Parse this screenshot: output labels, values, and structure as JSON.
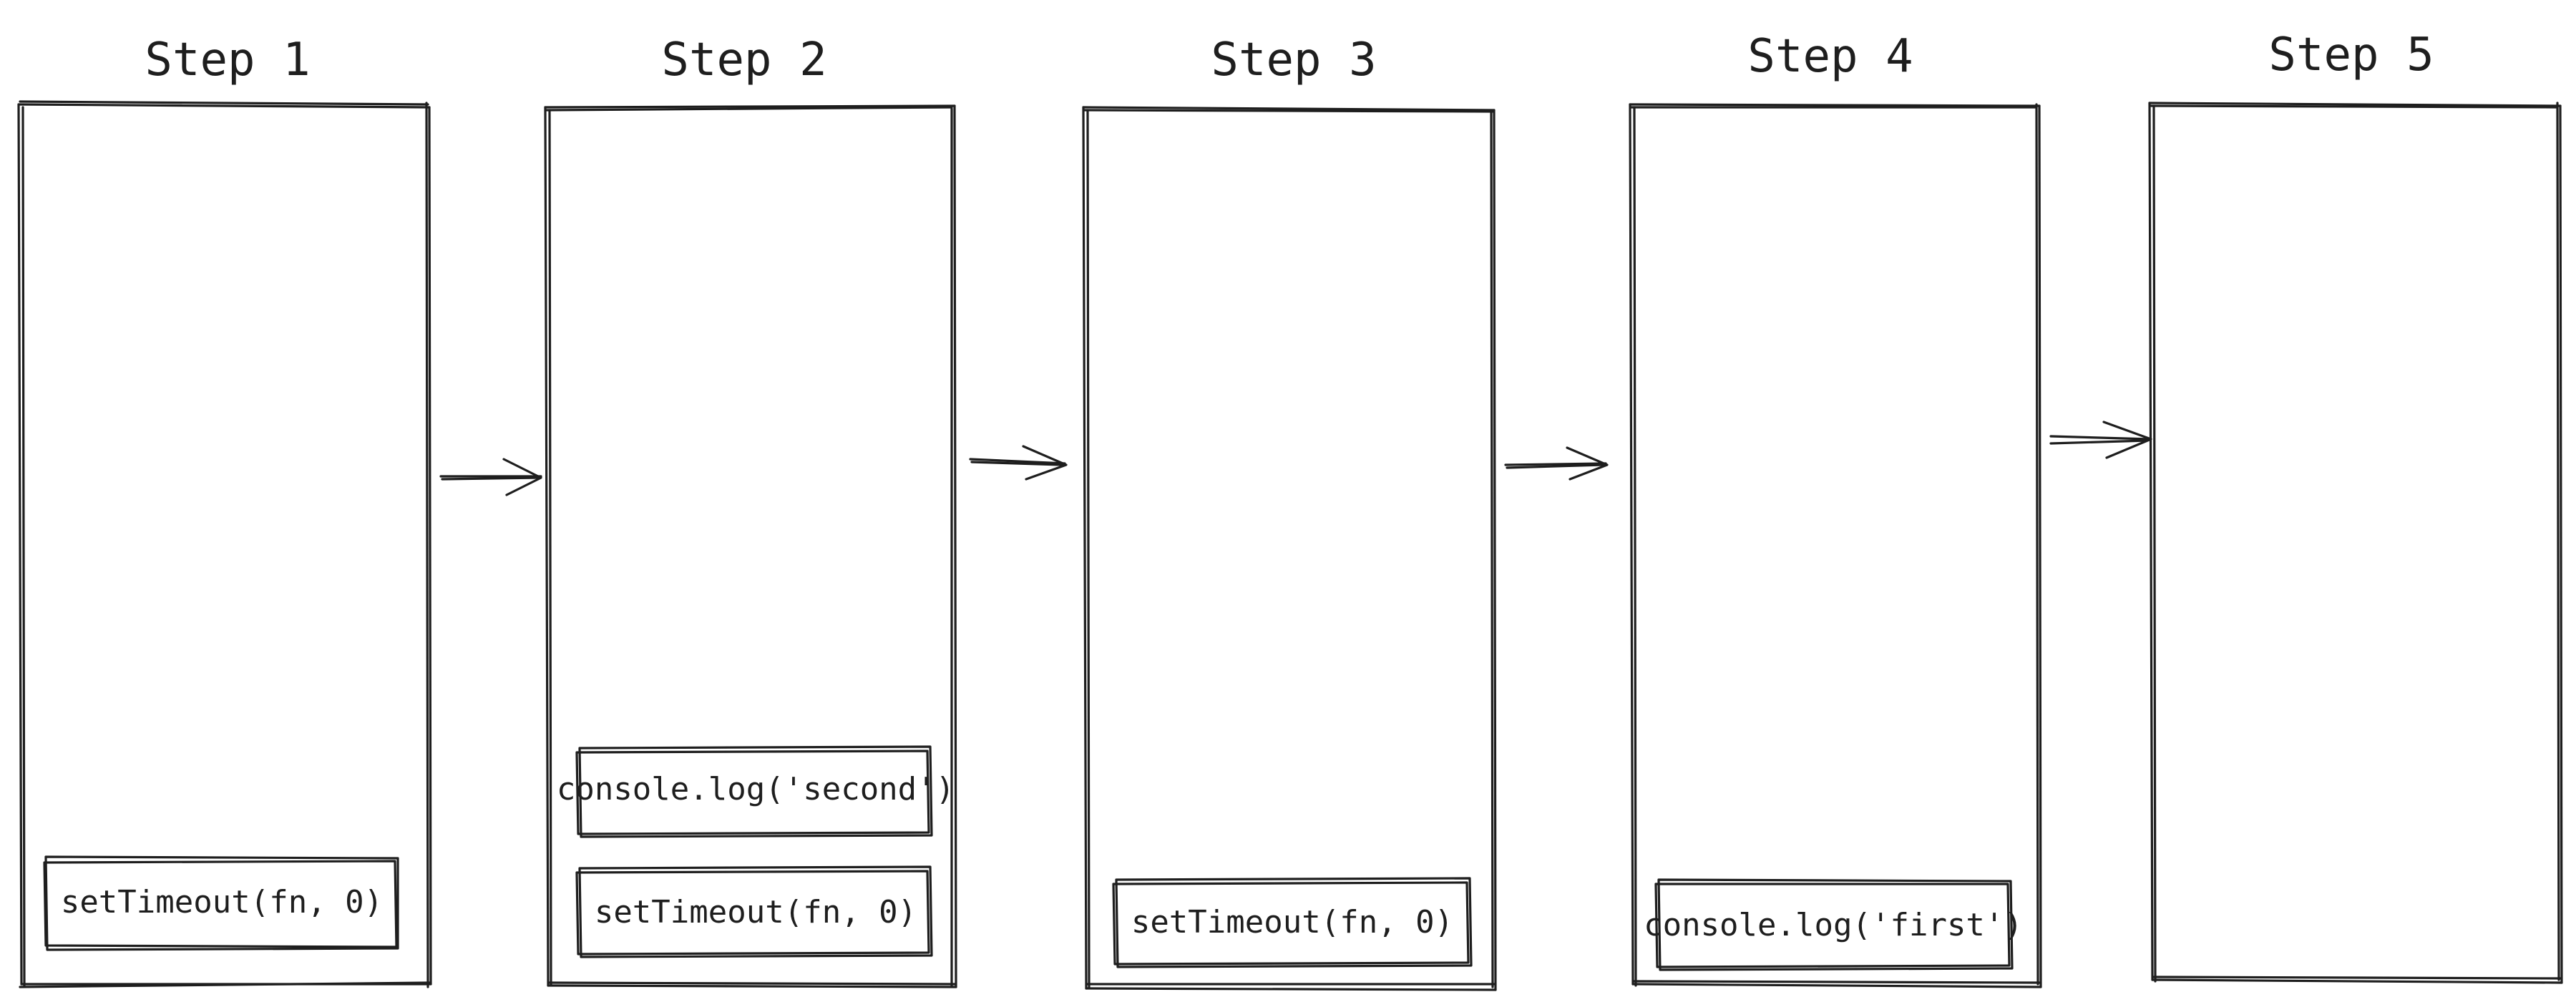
{
  "steps": [
    {
      "title": "Step 1",
      "frames": [
        "setTimeout(fn, 0)"
      ]
    },
    {
      "title": "Step 2",
      "frames": [
        "console.log('second')",
        "setTimeout(fn, 0)"
      ]
    },
    {
      "title": "Step 3",
      "frames": [
        "setTimeout(fn, 0)"
      ]
    },
    {
      "title": "Step 4",
      "frames": [
        "console.log('first')"
      ]
    },
    {
      "title": "Step 5",
      "frames": []
    }
  ],
  "colors": {
    "stroke": "#1e1e1e",
    "background": "#ffffff"
  }
}
